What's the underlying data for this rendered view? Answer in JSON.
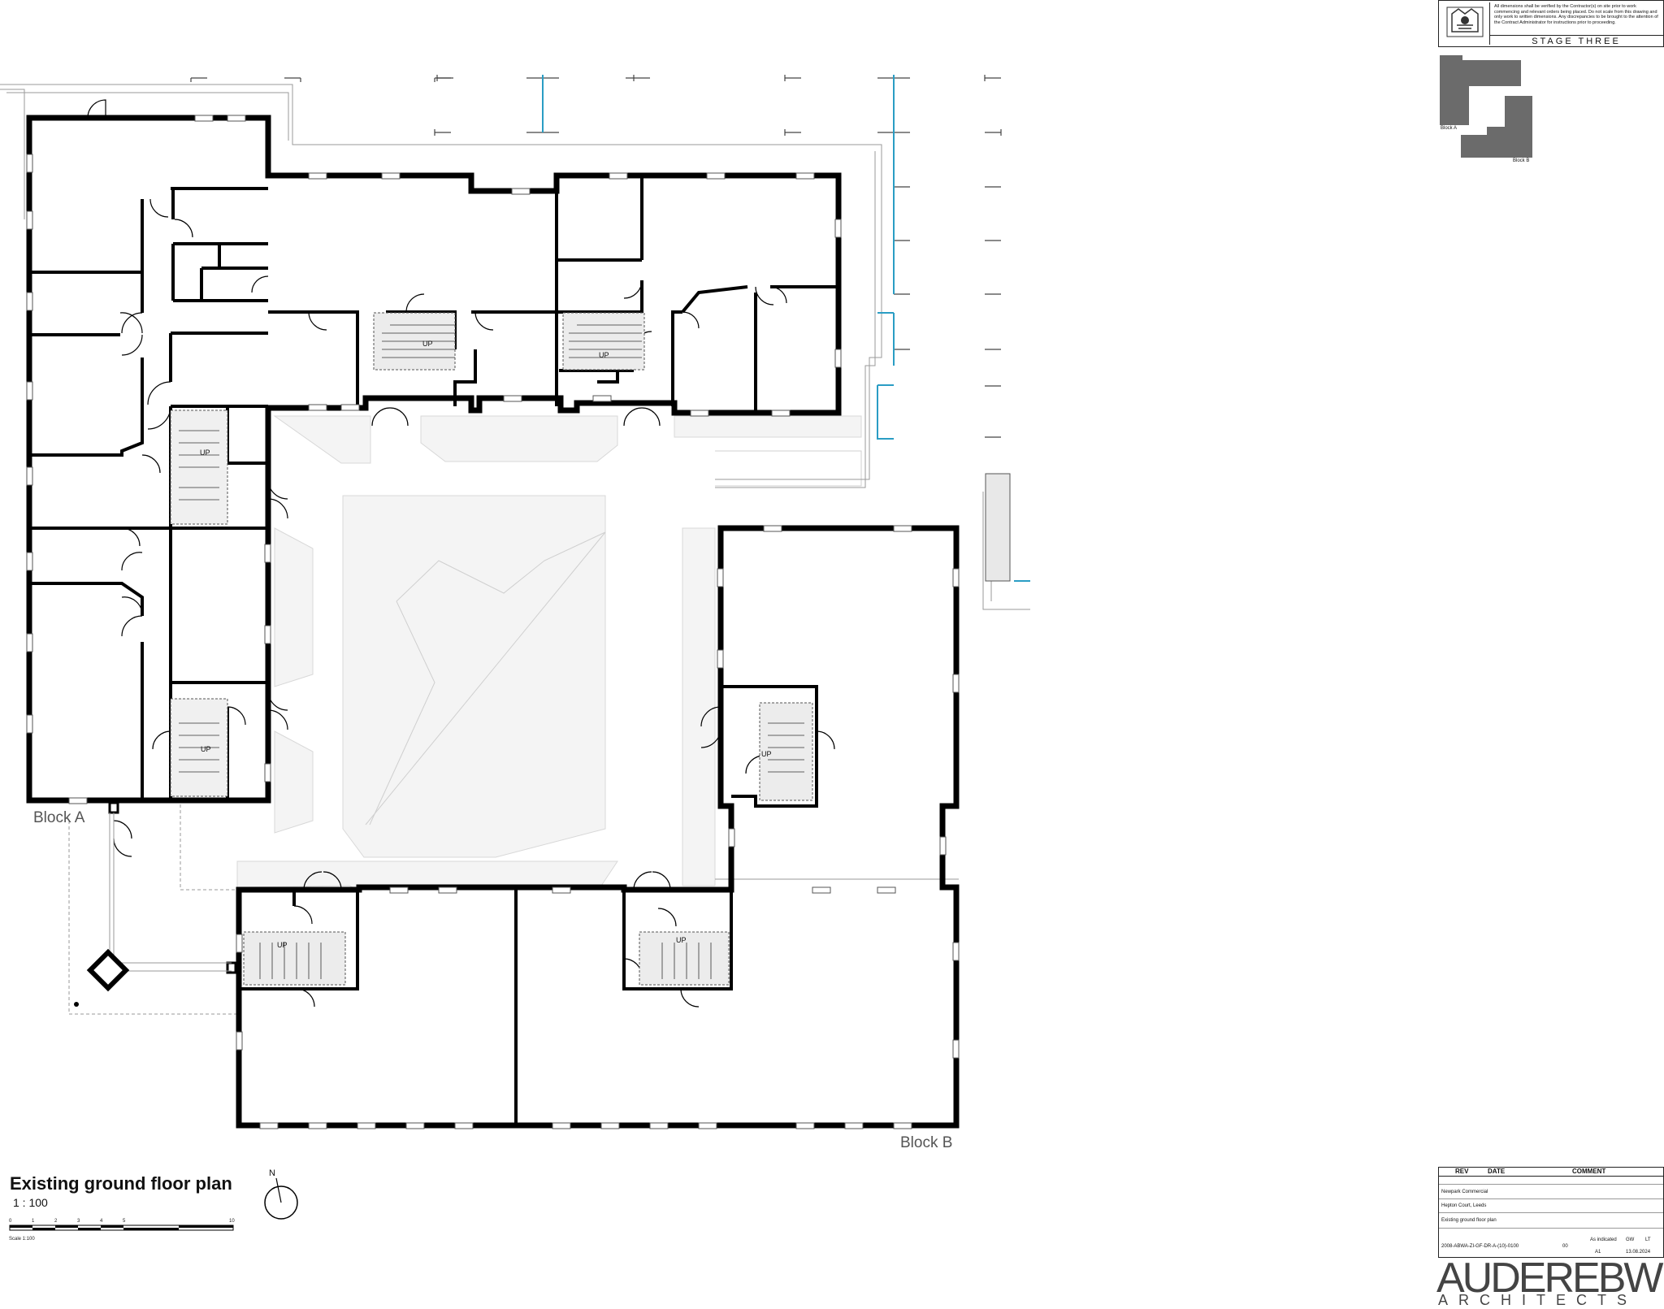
{
  "drawing": {
    "title": "Existing ground floor plan",
    "scale": "1 : 100",
    "north": "N",
    "block_a": "Block A",
    "block_b": "Block B",
    "stair_up": "UP",
    "scalebar_ticks": [
      "0",
      "1",
      "2",
      "3",
      "4",
      "5",
      "10"
    ],
    "scalebar_caption": "Scale 1:100"
  },
  "title_block": {
    "note": "All dimensions shall be verified by the Contractor(s) on site prior to work commencing and relevant orders being placed. Do not scale from this drawing and only work to written dimensions. Any discrepancies to be brought to the attention of the Contract Administrator for instructions prior to proceeding.",
    "stage": "STAGE THREE",
    "key_block_a": "Block A",
    "key_block_b": "Block B"
  },
  "revisions": {
    "headers": [
      "REV",
      "DATE",
      "COMMENT"
    ],
    "client": "Newpark Commercial",
    "project": "Hepton Court, Leeds",
    "drawing_name": "Existing ground floor plan",
    "drawing_number": "2008-ABWA-ZI-GF-DR-A-(10)-0100",
    "rev": "00",
    "scale": "As indicated",
    "size": "A1",
    "drawn": "GW",
    "checked": "LT",
    "date": "13.08.2024"
  },
  "brand": {
    "name": "AUDEREBW",
    "sub": "ARCHITECTS"
  }
}
